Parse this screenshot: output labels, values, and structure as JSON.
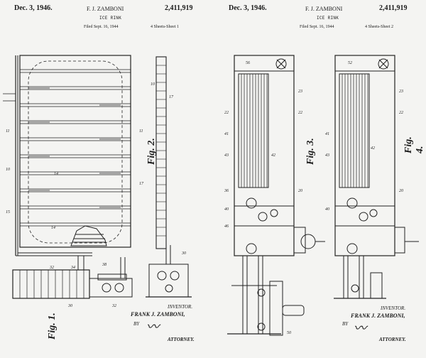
{
  "sheets": [
    {
      "date": "Dec. 3, 1946.",
      "inventor": "F. J. ZAMBONI",
      "patent_number": "2,411,919",
      "title": "ICE RINK",
      "filed": "Filed Sept. 16, 1944",
      "sheet_label": "4 Sheets-Sheet 1",
      "figures": [
        "Fig. 1.",
        "Fig. 2."
      ],
      "inventor_label": "INVENTOR.",
      "inventor_name": "FRANK J. ZAMBONI,",
      "by": "BY",
      "attorney": "ATTORNEY."
    },
    {
      "date": "Dec. 3, 1946.",
      "inventor": "F. J. ZAMBONI",
      "patent_number": "2,411,919",
      "title": "ICE RINK",
      "filed": "Filed Sept. 16, 1944",
      "sheet_label": "4 Sheets-Sheet 2",
      "figures": [
        "Fig. 3.",
        "Fig. 4."
      ],
      "inventor_label": "INVENTOR.",
      "inventor_name": "FRANK J. ZAMBONI,",
      "by": "BY",
      "attorney": "ATTORNEY."
    }
  ]
}
